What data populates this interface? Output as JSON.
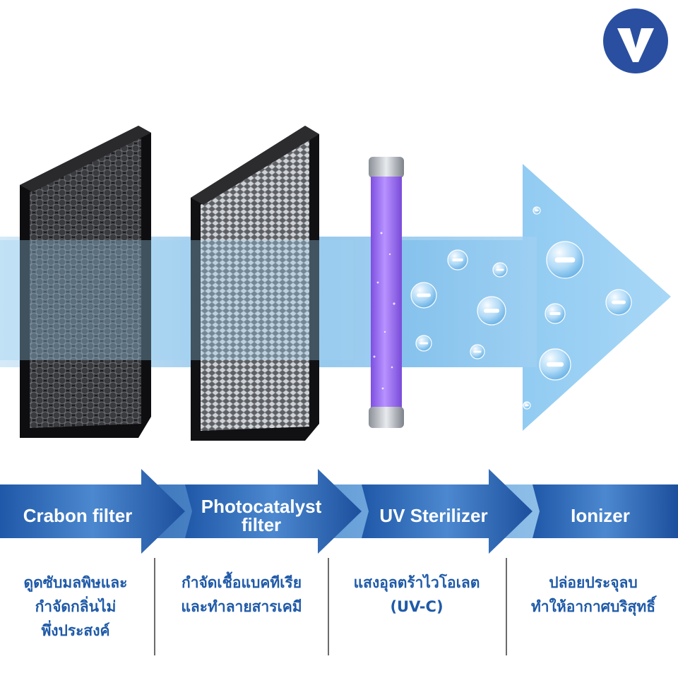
{
  "brand": {
    "logo": "v-logo-icon",
    "color": "#2a4fa0"
  },
  "colors": {
    "band_blue": "#1f58a8",
    "band_light": "#8fc4ec",
    "text_blue": "#1f5aa8",
    "uv_purple": "#9a6af0"
  },
  "stages": [
    {
      "label": "Crabon filter",
      "description": "ดูดซับมลพิษและ\nกำจัดกลิ่นไม่\nพึ่งประสงค์"
    },
    {
      "label": "Photocatalyst\nfilter",
      "description": "กำจัดเชื้อแบคทีเรีย\nและทำลายสารเคมี"
    },
    {
      "label": "UV Sterilizer",
      "description": "แสงอุลตร้าไวโอเลต\n(UV-C)"
    },
    {
      "label": "Ionizer",
      "description": "ปล่อยประจุลบ\nทำให้อากาศบริสุทธิ์"
    }
  ],
  "ions": {
    "symbol": "−"
  }
}
